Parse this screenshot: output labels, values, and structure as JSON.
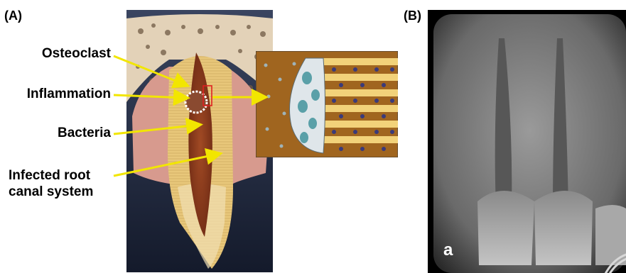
{
  "panels": {
    "a_label": "(A)",
    "b_label": "(B)"
  },
  "callouts": {
    "osteoclast": "Osteoclast",
    "inflammation": "Inflammation",
    "bacteria": "Bacteria",
    "infected_line1": "Infected root",
    "infected_line2": "canal system"
  },
  "xray": {
    "corner_mark": "a"
  },
  "colors": {
    "arrow": "#f2e600",
    "background_dark": "#1d2438",
    "dentin": "#e8c77a",
    "pulp": "#8a3a1e",
    "gum": "#d79a8e",
    "bone": "#e3d2b8",
    "inset_box": "#a0651f"
  }
}
